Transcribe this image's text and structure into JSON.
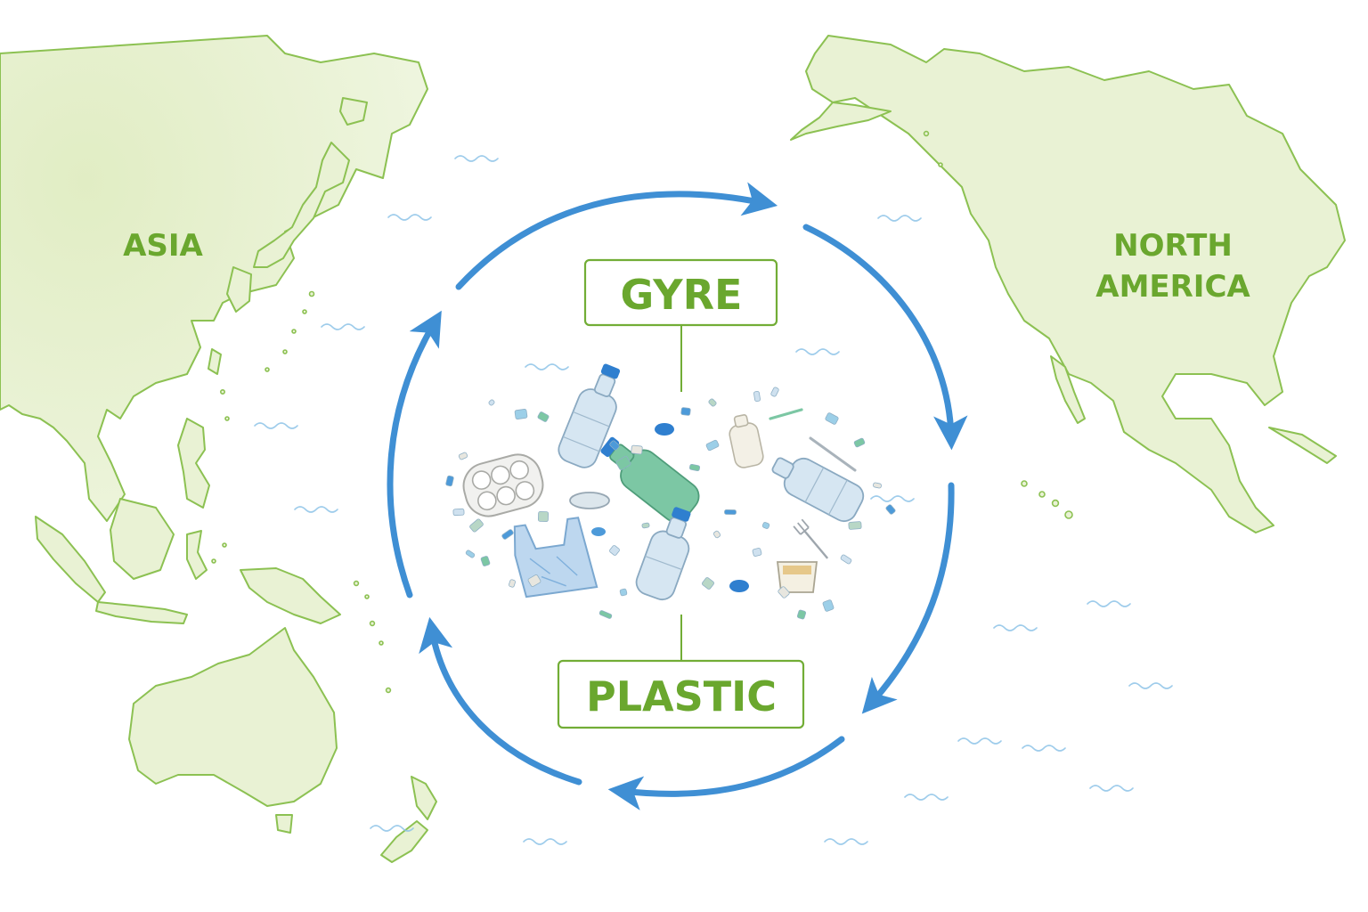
{
  "labels": {
    "asia": "ASIA",
    "north_america_line1": "NORTH",
    "north_america_line2": "AMERICA",
    "gyre": "GYRE",
    "plastic": "PLASTIC"
  },
  "colors": {
    "land_fill": "#e9f2d4",
    "land_stroke": "#8cc152",
    "label_green": "#6aa72e",
    "box_stroke": "#72ad36",
    "arrow_blue": "#3f8fd4",
    "wave_blue": "#8dc3e8",
    "debris_clear": "#d6e6f2",
    "debris_green": "#7cc7a4",
    "debris_cap": "#2f7fcf"
  },
  "icons": {
    "current_arrows": "clockwise-arrow-icon",
    "debris": "plastic-debris-icon"
  }
}
